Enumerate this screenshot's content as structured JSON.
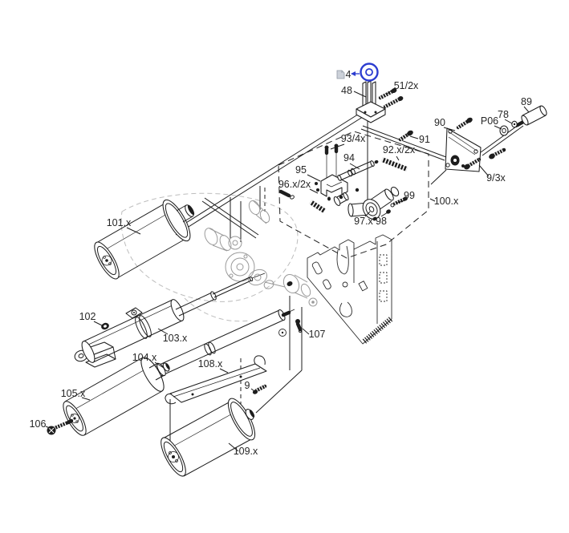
{
  "diagram": {
    "type": "exploded-parts-diagram",
    "colors": {
      "line": "#1d1d1d",
      "reference_gray": "#9a9a9a",
      "highlight_blue": "#2b3cd0",
      "background": "#ffffff"
    },
    "highlighted_part": {
      "number": "4",
      "marker": "blue-circled-ring",
      "icon": "document"
    },
    "callouts": {
      "c4": "4",
      "c48": "48",
      "c51": "51/2x",
      "c89": "89",
      "c78": "78",
      "cP06": "P06",
      "c90": "90",
      "c91": "91",
      "c9x3": "9/3x",
      "c93": "93/4x",
      "c92": "92.x/2x",
      "c94": "94",
      "c95": "95",
      "c96": "96.x/2x",
      "c97": "97.x",
      "c98": "98",
      "c99": "99",
      "c100": "100.x",
      "c101": "101.x",
      "c102": "102",
      "c103": "103.x",
      "c104": "104.x",
      "c105": "105.x",
      "c106": "106",
      "c107": "107",
      "c108": "108.x",
      "c9": "9",
      "c109": "109.x"
    }
  }
}
